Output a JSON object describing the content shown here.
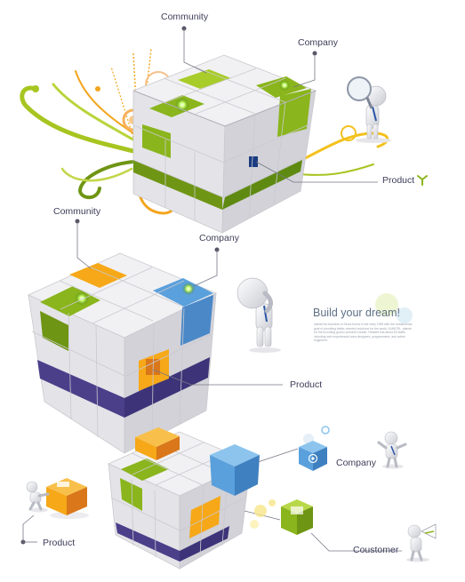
{
  "labels": {
    "top_community": "Community",
    "top_company": "Company",
    "top_product": "Product",
    "mid_community": "Community",
    "mid_company": "Company",
    "mid_product": "Product",
    "bottom_product": "Product",
    "bottom_company": "Company",
    "bottom_customer": "Coustomer"
  },
  "promo": {
    "headline": "Build your dream!",
    "body": "started its business in Seoul Korea in the early 1999 with the fundamental goal of providing better-oriented solutions for the world. KUMCRL, stands for the incoming goal to present Korean. Headed has about 50 staffs including web experienced area designers, programmers, and action engineers."
  },
  "colors": {
    "cube_face_top": "#f1f1f3",
    "cube_face_left": "#e4e4e8",
    "cube_face_right": "#d2d2d8",
    "green": "#8ab51c",
    "dark_green": "#5f8a12",
    "orange": "#f6a818",
    "blue": "#5aa0dc",
    "purple": "#4b3f8a",
    "label_text": "#3e3e5a",
    "line": "#777788",
    "swirl_green": "#a7c520",
    "swirl_orange": "#f3a51d"
  }
}
